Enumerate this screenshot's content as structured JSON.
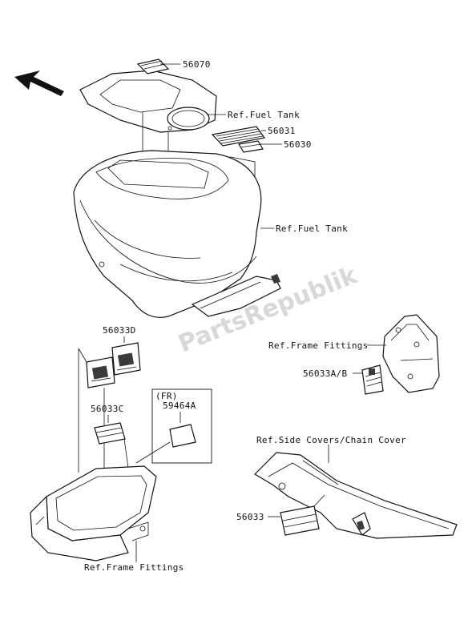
{
  "labels": {
    "p56070": "56070",
    "ref_fuel_tank_1": "Ref.Fuel Tank",
    "p56031": "56031",
    "p56030": "56030",
    "ref_fuel_tank_2": "Ref.Fuel Tank",
    "p56033D": "56033D",
    "ref_frame_fittings_1": "Ref.Frame Fittings",
    "p56033AB": "56033A/B",
    "fr_tag": "(FR)",
    "p59464A": "59464A",
    "p56033C": "56033C",
    "ref_side_covers": "Ref.Side Covers/Chain Cover",
    "p56033": "56033",
    "ref_frame_fittings_2": "Ref.Frame Fittings"
  },
  "watermark": "PartsRepublik",
  "icons": {
    "direction": "arrow-up-left"
  }
}
